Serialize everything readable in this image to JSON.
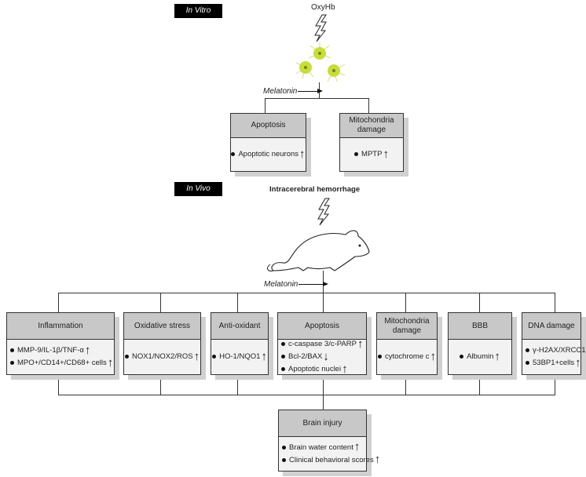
{
  "in_vitro": {
    "tag": "In Vitro",
    "stimulus": "OxyHb",
    "treatment": "Melatonin",
    "boxes": [
      {
        "title": "Apoptosis",
        "items": [
          {
            "text": "Apoptotic neurons",
            "dir": "up"
          }
        ]
      },
      {
        "title": "Mitochondria damage",
        "items": [
          {
            "text": "MPTP",
            "dir": "up"
          }
        ]
      }
    ]
  },
  "in_vivo": {
    "tag": "In Vivo",
    "stimulus": "Intracerebral hemorrhage",
    "treatment": "Melatonin",
    "boxes": [
      {
        "title": "Inflammation",
        "items": [
          {
            "text": "MMP-9/IL-1β/TNF-α",
            "dir": "up"
          },
          {
            "text": "MPO+/CD14+/CD68+ cells",
            "dir": "up"
          }
        ]
      },
      {
        "title": "Oxidative stress",
        "items": [
          {
            "text": "NOX1/NOX2/ROS",
            "dir": "up"
          }
        ]
      },
      {
        "title": "Anti-oxidant",
        "items": [
          {
            "text": "HO-1/NQO1",
            "dir": "up"
          }
        ]
      },
      {
        "title": "Apoptosis",
        "items": [
          {
            "text": "c-caspase 3/c-PARP",
            "dir": "up"
          },
          {
            "text": "Bcl-2/BAX",
            "dir": "down"
          },
          {
            "text": "Apoptotic nuclei",
            "dir": "up"
          }
        ]
      },
      {
        "title": "Mitochondria damage",
        "items": [
          {
            "text": "cytochrome c",
            "dir": "up"
          }
        ]
      },
      {
        "title": "BBB",
        "items": [
          {
            "text": "Albumin",
            "dir": "up"
          }
        ]
      },
      {
        "title": "DNA damage",
        "items": [
          {
            "text": "γ-H2AX/XRCC1",
            "dir": "up"
          },
          {
            "text": "53BP1+cells",
            "dir": "up"
          }
        ]
      }
    ],
    "outcome": {
      "title": "Brain injury",
      "items": [
        {
          "text": "Brain water content",
          "dir": "up"
        },
        {
          "text": "Clinical behavioral scores",
          "dir": "up"
        }
      ]
    }
  },
  "colors": {
    "header": "#c8c8c8",
    "body": "#f2f2f2",
    "shadow": "#d0d0d0",
    "neuron": "#c8dc3c"
  }
}
